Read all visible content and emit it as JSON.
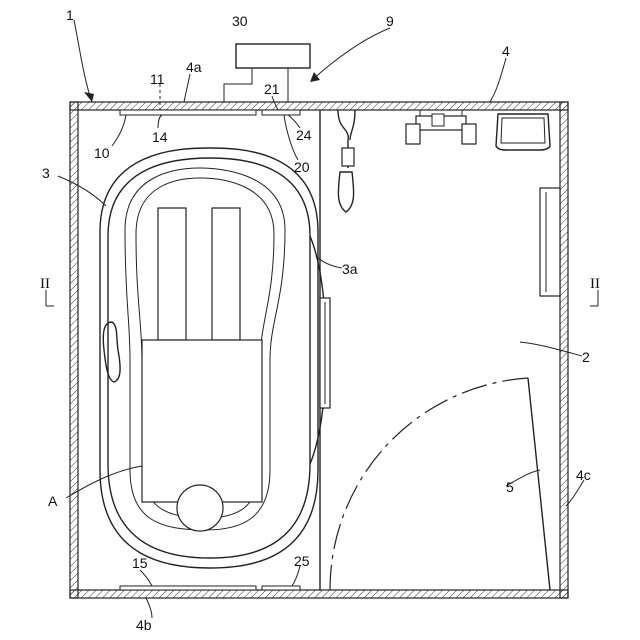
{
  "figure": {
    "labels": {
      "room": "1",
      "floor": "2",
      "tub": "3",
      "tub_side": "3a",
      "walls": "4",
      "wall_top": "4a",
      "wall_bottom": "4b",
      "wall_right": "4c",
      "door": "5",
      "system": "9",
      "light_panel": "10",
      "light_element": "11",
      "light_part": "14",
      "light_lower": "15",
      "sensor_panel": "20",
      "sensor_element": "21",
      "sensor_part": "24",
      "sensor_lower": "25",
      "controller": "30",
      "occupant": "A",
      "section_left": "II",
      "section_right": "II"
    }
  }
}
